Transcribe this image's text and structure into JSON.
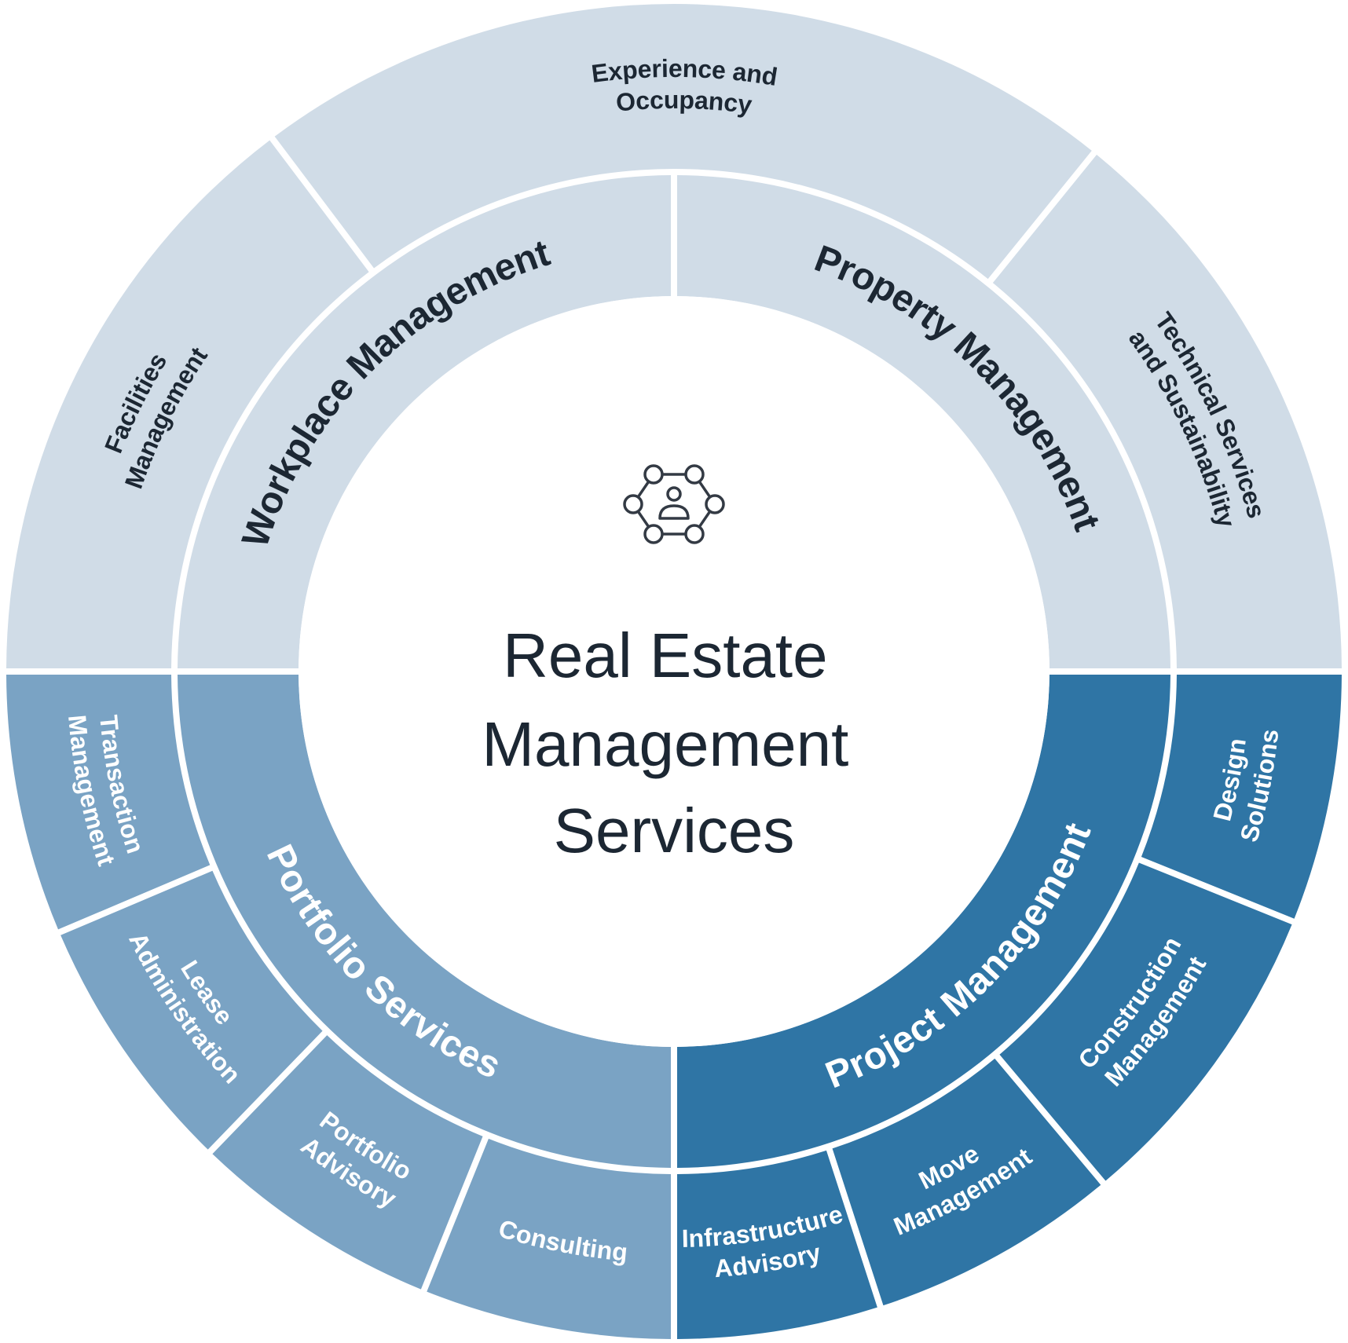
{
  "center": {
    "title_lines": [
      "Real Estate",
      "Management",
      "Services"
    ],
    "icon": "people-network-icon"
  },
  "colors": {
    "light_fill": "#d0dce7",
    "light_text": "#1c2733",
    "mid_fill": "#7aa3c4",
    "dark_fill": "#2f75a5",
    "on_blue_text": "#ffffff",
    "divider": "#ffffff",
    "icon_stroke": "#333a44"
  },
  "inner_segments": [
    {
      "id": "workplace-management",
      "label": "Workplace Management",
      "tone": "light"
    },
    {
      "id": "property-management",
      "label": "Property Management",
      "tone": "light"
    },
    {
      "id": "project-management",
      "label": "Project Management",
      "tone": "dark"
    },
    {
      "id": "portfolio-services",
      "label": "Portfolio Services",
      "tone": "mid"
    }
  ],
  "outer_segments": [
    {
      "id": "experience-occupancy",
      "lines": [
        "Experience and",
        "Occupancy"
      ],
      "tone": "light"
    },
    {
      "id": "technical-services",
      "lines": [
        "Technical Services",
        "and Sustainability"
      ],
      "tone": "light"
    },
    {
      "id": "design-solutions",
      "lines": [
        "Design",
        "Solutions"
      ],
      "tone": "dark"
    },
    {
      "id": "construction-management",
      "lines": [
        "Construction",
        "Management"
      ],
      "tone": "dark"
    },
    {
      "id": "move-management",
      "lines": [
        "Move",
        "Management"
      ],
      "tone": "dark"
    },
    {
      "id": "infrastructure-advisory",
      "lines": [
        "Infrastructure",
        "Advisory"
      ],
      "tone": "dark"
    },
    {
      "id": "consulting",
      "lines": [
        "Consulting"
      ],
      "tone": "mid"
    },
    {
      "id": "portfolio-advisory",
      "lines": [
        "Portfolio",
        "Advisory"
      ],
      "tone": "mid"
    },
    {
      "id": "lease-administration",
      "lines": [
        "Lease",
        "Administration"
      ],
      "tone": "mid"
    },
    {
      "id": "transaction-management",
      "lines": [
        "Transaction",
        "Management"
      ],
      "tone": "mid"
    },
    {
      "id": "facilities-management",
      "lines": [
        "Facilities",
        "Management"
      ],
      "tone": "light"
    }
  ]
}
